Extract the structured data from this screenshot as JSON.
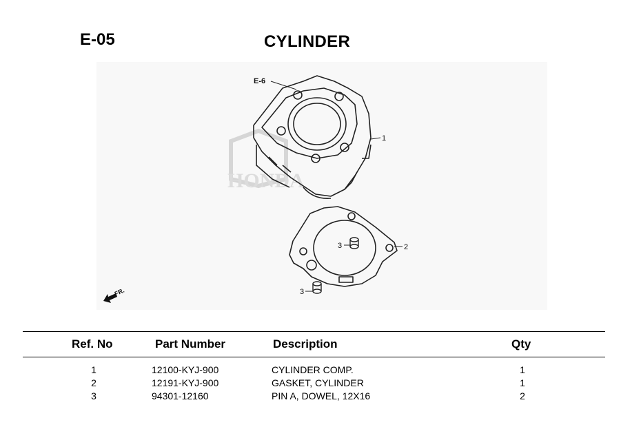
{
  "header": {
    "code": "E-05",
    "title": "CYLINDER"
  },
  "diagram": {
    "reference_label": "E-6",
    "front_label": "FR.",
    "watermark": "HONDA",
    "callouts": {
      "part1": "1",
      "part2": "2",
      "part3a": "3",
      "part3b": "3"
    }
  },
  "table": {
    "headers": {
      "ref": "Ref. No",
      "part": "Part Number",
      "desc": "Description",
      "qty": "Qty"
    },
    "rows": [
      {
        "ref": "1",
        "part": "12100-KYJ-900",
        "desc": "CYLINDER COMP.",
        "qty": "1"
      },
      {
        "ref": "2",
        "part": "12191-KYJ-900",
        "desc": "GASKET, CYLINDER",
        "qty": "1"
      },
      {
        "ref": "3",
        "part": "94301-12160",
        "desc": "PIN A, DOWEL, 12X16",
        "qty": "2"
      }
    ]
  }
}
